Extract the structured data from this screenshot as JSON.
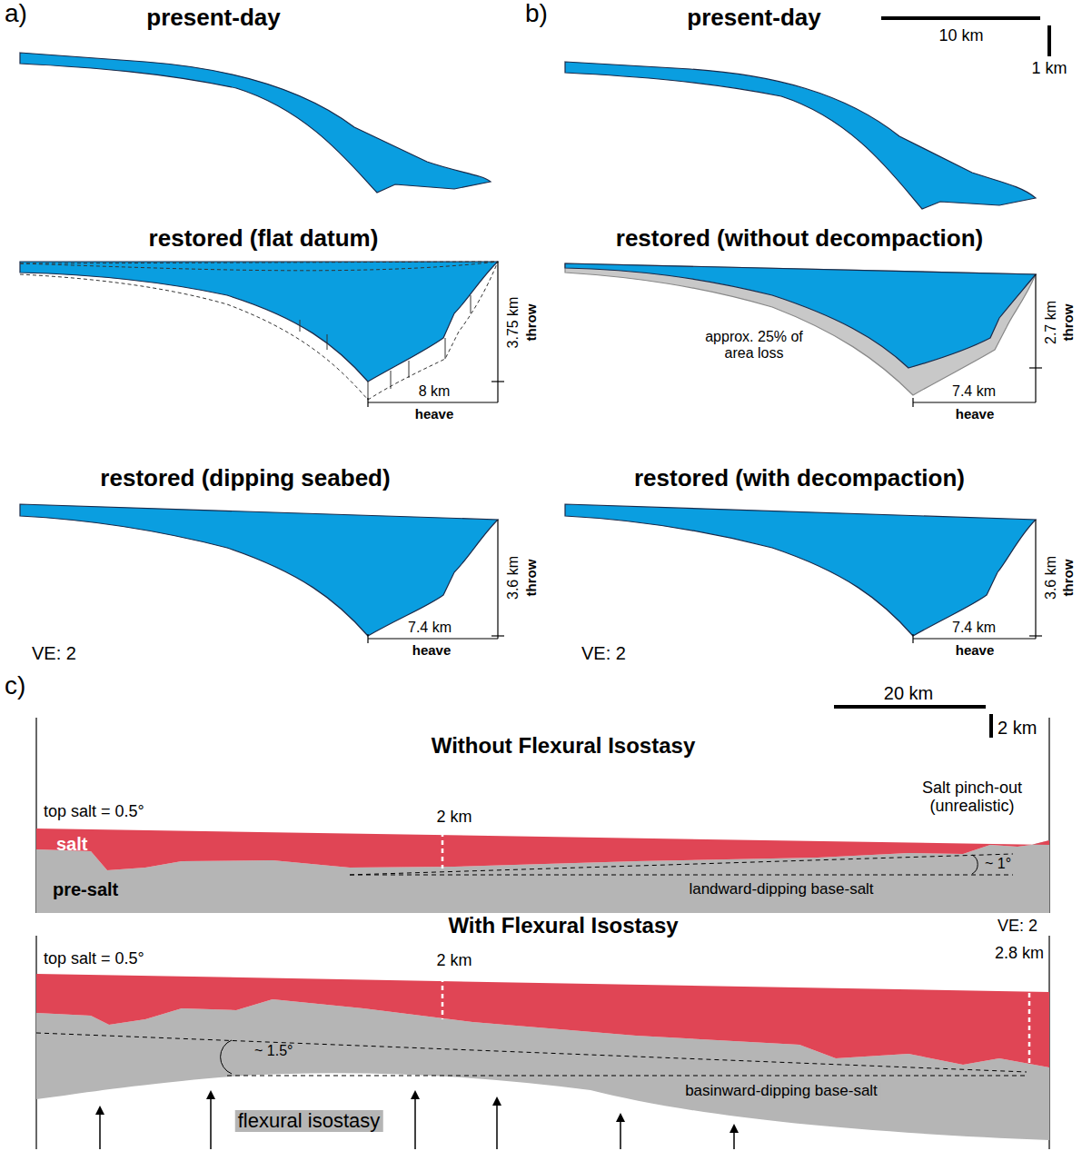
{
  "diagram": {
    "nodes": [
      {
        "text": [
          "salt"
        ]
      },
      {
        "text": [
          "pre-salt"
        ]
      }
    ],
    "labels": [
      "a)",
      "present-day",
      "restored (flat datum)",
      "3.75 km",
      "throw",
      "8 km",
      "heave",
      "restored (dipping seabed)",
      "3.6 km",
      "throw",
      "7.4 km",
      "heave",
      "VE: 2",
      "b)",
      "present-day",
      "10 km",
      "1 km",
      "restored (without decompaction)",
      "approx. 25% of area loss",
      "2.7 km",
      "throw",
      "7.4 km",
      "heave",
      "restored (with decompaction)",
      "3.6 km",
      "throw",
      "7.4 km",
      "heave",
      "VE: 2",
      "c)",
      "20 km",
      "2 km",
      "Without Flexural Isostasy",
      "top salt = 0.5°",
      "2 km",
      "Salt pinch-out (unrealistic)",
      "~ 1°",
      "landward-dipping base-salt",
      "VE: 2",
      "With Flexural Isostasy",
      "top salt = 0.5°",
      "2 km",
      "2.8 km",
      "~ 1.5°",
      "basinward-dipping base-salt",
      "flexural isostasy"
    ]
  }
}
